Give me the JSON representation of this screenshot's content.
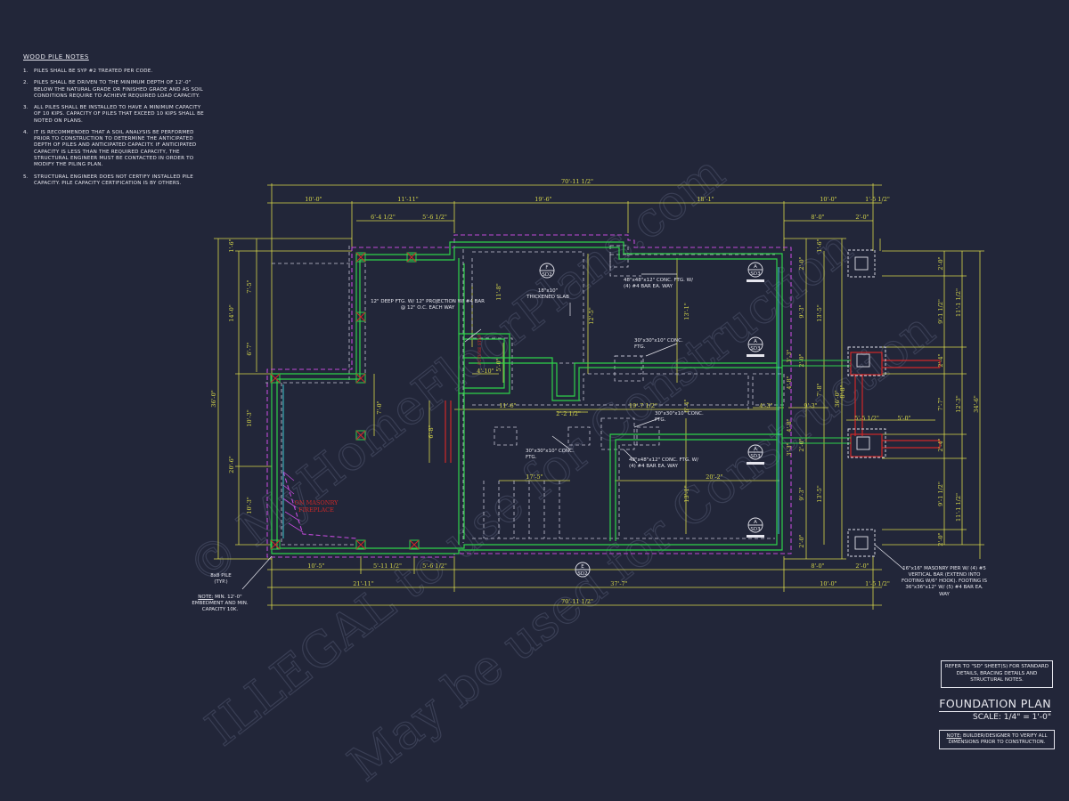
{
  "notes": {
    "heading": "WOOD PILE NOTES",
    "items": [
      {
        "num": "1.",
        "text": "PILES SHALL BE SYP #2 TREATED PER CODE."
      },
      {
        "num": "2.",
        "text": "PILES SHALL BE DRIVEN TO THE MINIMUM DEPTH OF 12'-0\" BELOW THE NATURAL GRADE OR FINISHED GRADE AND AS SOIL CONDITIONS REQUIRE TO ACHIEVE REQUIRED LOAD CAPACITY."
      },
      {
        "num": "3.",
        "text": "ALL PILES SHALL BE INSTALLED TO HAVE A MINIMUM CAPACITY OF 10 KIPS. CAPACITY OF PILES THAT EXCEED 10 KIPS SHALL BE NOTED ON PLANS."
      },
      {
        "num": "4.",
        "text": "IT IS RECOMMENDED THAT A SOIL ANALYSIS BE PERFORMED PRIOR TO CONSTRUCTION TO DETERMINE THE ANTICIPATED DEPTH OF PILES AND ANTICIPATED CAPACITY. IF ANTICIPATED CAPACITY IS LESS THAN THE REQUIRED CAPACITY, THE STRUCTURAL ENGINEER MUST BE CONTACTED IN ORDER TO MODIFY THE PILING PLAN."
      },
      {
        "num": "5.",
        "text": "STRUCTURAL ENGINEER DOES NOT CERTIFY INSTALLED PILE CAPACITY. PILE CAPACITY CERTIFICATION IS BY OTHERS."
      }
    ]
  },
  "refer_box": "REFER TO \"SD\" SHEET(S) FOR STANDARD DETAILS, BRACING DETAILS AND STRUCTURAL NOTES.",
  "title": "FOUNDATION PLAN",
  "scale": "SCALE: 1/4\" = 1'-0\"",
  "note_box": {
    "label": "NOTE:",
    "text": " BUILDER/DESIGNER TO VERIFY ALL DIMENSIONS PRIOR TO CONSTRUCTION."
  },
  "dims": {
    "overall": "70'-11 1/2\"",
    "top_row": [
      "10'-0\"",
      "11'-11\"",
      "19'-6\"",
      "18'-1\"",
      "10'-0\"",
      "1'-5 1/2\""
    ],
    "top_sub": [
      "6'-4 1/2\"",
      "5'-6 1/2\"",
      "8'-0\"",
      "2'-0\""
    ],
    "bottom_sub": [
      "10'-5\"",
      "5'-11 1/2\"",
      "5'-6 1/2\"",
      "8'-0\"",
      "2'-0\""
    ],
    "bottom_row": [
      "21'-11\"",
      "37'-7\"",
      "10'-0\"",
      "1'-5 1/2\""
    ],
    "left": [
      "1'-6\"",
      "7'-5\"",
      "14'-0\"",
      "6'-7\"",
      "36'-0\"",
      "10'-3\"",
      "20'-6\"",
      "10'-3\""
    ],
    "right_inner": [
      "1'-6\"",
      "2'-0\"",
      "9'-3\"",
      "13'-5\"",
      "2'-0\"",
      "4'-8\"",
      "7'-8\"",
      "36'-0\"",
      "4'-8\"",
      "2'-0\"",
      "9'-3\"",
      "13'-5\"",
      "2'-0\""
    ],
    "right_outer": [
      "2'-0\"",
      "9'-1 1/2\"",
      "11'-1 1/2\"",
      "2'-4\"",
      "7'-7\"",
      "12'-3\"",
      "34'-6\"",
      "2'-4\"",
      "9'-1 1/2\"",
      "11'-1 1/2\"",
      "2'-0\""
    ],
    "interior": [
      "11'-8\"",
      "12'-5\"",
      "4'-10\"",
      "5'-0\"",
      "11'-6\"",
      "2'-2 1/2\"",
      "19'-7 1/2\"",
      "6'-4\"",
      "4'-3\"",
      "9'-3\"",
      "5'-0\"",
      "5'-5 1/2\"",
      "17'-5\"",
      "20'-2\"",
      "13'-1\"",
      "13'-1\"",
      "7'-0\"",
      "6'-8\"",
      "8'-8\"",
      "3'-3\"",
      "3'-3\""
    ]
  },
  "annotations": {
    "deep_ftg": "12\" DEEP FTG. W/ 12\" PROJECTION W/ #4 BAR @ 12\" O.C. EACH WAY",
    "thickened_slab": "18\"x10\" THICKENED SLAB",
    "conc_48_top": "48\"x48\"x12\" CONC. FTG. W/ (4) #4 BAR EA. WAY",
    "conc_30_a": "30\"x30\"x10\" CONC. FTG.",
    "conc_30_b": "30\"x30\"x10\" CONC. FTG.",
    "conc_30_c": "30\"x30\"x10\" CONC. FTG.",
    "conc_48_mid": "48\"x48\"x12\" CONC. FTG. W/ (4) #4 BAR EA. WAY",
    "masonry_pier": "16\"x16\" MASONRY PIER W/ (4) #5 VERTICAL BAR (EXTEND INTO FOOTING W/6\" HOOK). FOOTING IS 36\"x36\"x12\" W/ (5) #4 BAR EA. WAY",
    "pile_label": "8x8 PILE (TYP.)",
    "pile_note_label": "NOTE:",
    "pile_note": " MIN. 12'-0\" EMBEDMENT AND MIN. CAPACITY 10K.",
    "fireplace": "ON MASONRY FIREPLACE",
    "step_label": "FUTURE STEP",
    "sec_f": "F",
    "sec_f_sheet": "SD2",
    "sec_e": "E",
    "sec_e_sheet": "SD2",
    "sec_a": "A",
    "sec_a_sheet": "SD3"
  },
  "watermarks": [
    "© MyHomeFloorPlans.com",
    "ILLEGAL to use for Construction",
    "May be used for Construction"
  ],
  "colors": {
    "background": "#222639",
    "dimension": "#d8d84a",
    "footing": "#2ed24a",
    "slab": "#c04ad8",
    "hidden": "#c8c8d8",
    "red": "#d02828",
    "cyan": "#40d8e0"
  }
}
